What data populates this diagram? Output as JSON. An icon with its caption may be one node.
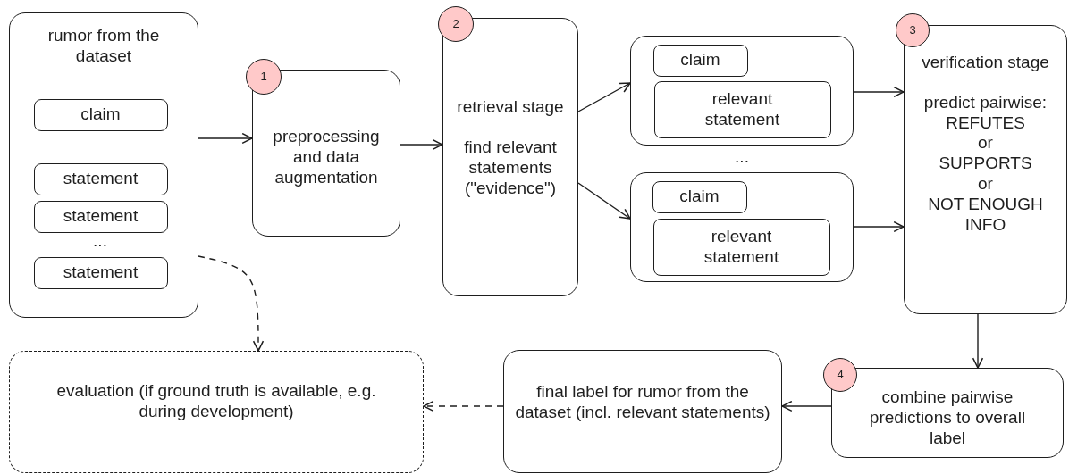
{
  "diagram": {
    "nodes": [
      {
        "text": [
          "rumor from the dataset"
        ]
      },
      {
        "text": [
          "claim"
        ],
        "in": 0
      },
      {
        "text": [
          "statement"
        ],
        "in": 0
      },
      {
        "text": [
          "statement"
        ],
        "in": 0
      },
      {
        "text": [
          "statement"
        ],
        "in": 0
      },
      {
        "text": [
          "1"
        ]
      },
      {
        "text": [
          "preprocessing and data augmentation"
        ]
      },
      {
        "text": [
          "2"
        ]
      },
      {
        "text": [
          "retrieval stage",
          "find relevant statements (\"evidence\")"
        ]
      },
      {
        "text": [],
        "shape": "box"
      },
      {
        "text": [
          "claim"
        ],
        "in": 9
      },
      {
        "text": [
          "relevant statement"
        ],
        "in": 9
      },
      {
        "text": [],
        "shape": "box"
      },
      {
        "text": [
          "claim"
        ],
        "in": 12
      },
      {
        "text": [
          "relevant statement"
        ],
        "in": 12
      },
      {
        "text": [
          "3"
        ]
      },
      {
        "text": [
          "verification stage",
          "predict pairwise:",
          "REFUTES",
          "or",
          "SUPPORTS",
          "or",
          "NOT ENOUGH INFO"
        ]
      },
      {
        "text": [
          "4"
        ]
      },
      {
        "text": [
          "combine pairwise predictions to overall label"
        ]
      },
      {
        "text": [
          "final label for rumor from the dataset (incl. relevant statements)"
        ]
      },
      {
        "text": [
          "evaluation (if ground truth is available, e.g. during development)"
        ]
      }
    ],
    "edges": [
      {
        "from": 0,
        "to": 6,
        "arrow": "to"
      },
      {
        "from": 6,
        "to": 8,
        "arrow": "to"
      },
      {
        "from": 8,
        "to": 9,
        "arrow": "to"
      },
      {
        "from": 8,
        "to": 12,
        "arrow": "to"
      },
      {
        "from": 9,
        "to": 16,
        "arrow": "to"
      },
      {
        "from": 12,
        "to": 16,
        "arrow": "to"
      },
      {
        "from": 16,
        "to": 18,
        "arrow": "to"
      },
      {
        "from": 18,
        "to": 19,
        "arrow": "to"
      },
      {
        "from": 19,
        "to": 20,
        "arrow": "to",
        "style": "dashed"
      },
      {
        "from": 0,
        "to": 20,
        "arrow": "to",
        "style": "dashed"
      }
    ],
    "labels": [
      "...",
      "..."
    ]
  }
}
